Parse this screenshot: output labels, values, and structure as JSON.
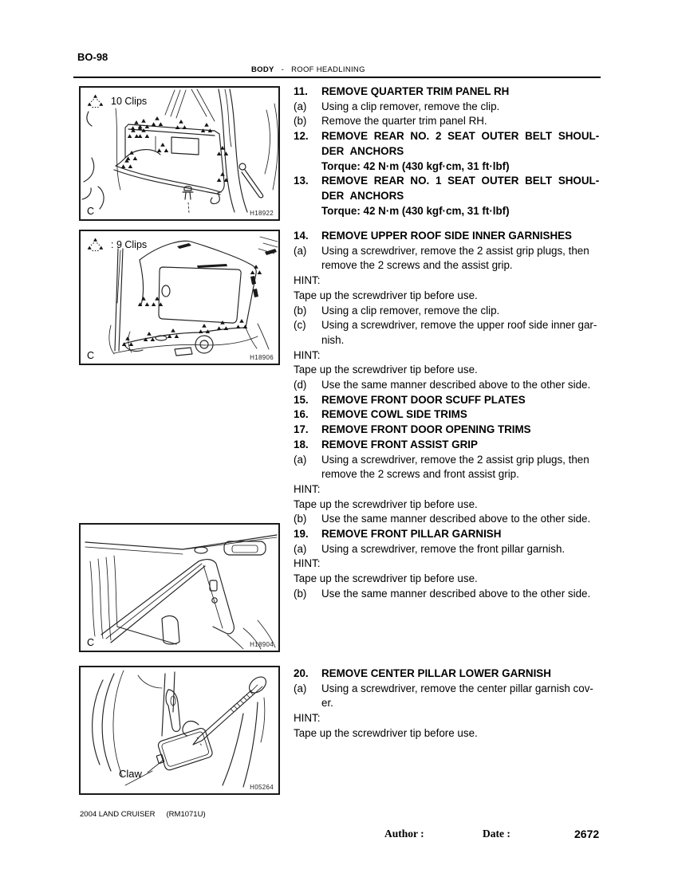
{
  "header": {
    "page_code": "BO-98",
    "section": "BODY",
    "separator": "-",
    "subsection": "ROOF HEADLINING"
  },
  "figures": {
    "quarter_trim": {
      "legend": "10 Clips",
      "corner": "C",
      "code": "H18922"
    },
    "roof_side": {
      "legend": ": 9 Clips",
      "corner": "C",
      "code": "H18906"
    },
    "front_pillar": {
      "corner": "C",
      "code": "H18904"
    },
    "center_pillar": {
      "callout": "Claw",
      "code": "H05264"
    }
  },
  "procedure": {
    "block1": [
      {
        "type": "step",
        "num": "11.",
        "text": "REMOVE QUARTER TRIM PANEL RH"
      },
      {
        "type": "sub",
        "num": "(a)",
        "text": "Using a clip remover, remove the clip."
      },
      {
        "type": "sub",
        "num": "(b)",
        "text": "Remove the quarter trim panel RH."
      },
      {
        "type": "step",
        "num": "12.",
        "text": "REMOVE REAR NO. 2 SEAT OUTER BELT SHOUL-\nDER ANCHORS",
        "justify": true
      },
      {
        "type": "torque",
        "text": "Torque: 42 N·m (430 kgf·cm, 31 ft·lbf)"
      },
      {
        "type": "step",
        "num": "13.",
        "text": "REMOVE REAR NO. 1 SEAT OUTER BELT SHOUL-\nDER ANCHORS",
        "justify": true
      },
      {
        "type": "torque",
        "text": "Torque: 42 N·m (430 kgf·cm, 31 ft·lbf)"
      }
    ],
    "block2": [
      {
        "type": "step",
        "num": "14.",
        "text": "REMOVE UPPER ROOF SIDE INNER GARNISHES"
      },
      {
        "type": "sub",
        "num": "(a)",
        "text": "Using a screwdriver, remove the 2 assist grip plugs, then\nremove the 2 screws and the assist grip."
      },
      {
        "type": "flush",
        "text": "HINT:"
      },
      {
        "type": "flush",
        "text": "Tape up the screwdriver tip before use."
      },
      {
        "type": "sub",
        "num": "(b)",
        "text": "Using a clip remover, remove the clip."
      },
      {
        "type": "sub",
        "num": "(c)",
        "text": "Using a screwdriver, remove the upper roof side inner gar-\nnish."
      },
      {
        "type": "flush",
        "text": "HINT:"
      },
      {
        "type": "flush",
        "text": "Tape up the screwdriver tip before use."
      },
      {
        "type": "sub",
        "num": "(d)",
        "text": "Use the same manner described above to the other side."
      },
      {
        "type": "step",
        "num": "15.",
        "text": "REMOVE FRONT DOOR SCUFF PLATES"
      },
      {
        "type": "step",
        "num": "16.",
        "text": "REMOVE COWL SIDE TRIMS"
      },
      {
        "type": "step",
        "num": "17.",
        "text": "REMOVE FRONT DOOR OPENING TRIMS"
      },
      {
        "type": "step",
        "num": "18.",
        "text": "REMOVE FRONT ASSIST GRIP"
      },
      {
        "type": "sub",
        "num": "(a)",
        "text": "Using a screwdriver, remove the 2 assist grip plugs, then\nremove the 2 screws and front assist grip."
      },
      {
        "type": "flush",
        "text": "HINT:"
      },
      {
        "type": "flush",
        "text": "Tape up the screwdriver tip before use."
      },
      {
        "type": "sub",
        "num": "(b)",
        "text": "Use the same manner described above to the other side."
      },
      {
        "type": "step",
        "num": "19.",
        "text": "REMOVE FRONT PILLAR GARNISH"
      },
      {
        "type": "sub",
        "num": "(a)",
        "text": "Using a screwdriver, remove the front pillar garnish."
      },
      {
        "type": "flush",
        "text": "HINT:"
      },
      {
        "type": "flush",
        "text": "Tape up the screwdriver tip before use."
      },
      {
        "type": "sub",
        "num": "(b)",
        "text": "Use the same manner described above to the other side."
      }
    ],
    "block3": [
      {
        "type": "step",
        "num": "20.",
        "text": "REMOVE CENTER PILLAR LOWER GARNISH"
      },
      {
        "type": "sub",
        "num": "(a)",
        "text": "Using a screwdriver, remove the center pillar garnish cov-\ner."
      },
      {
        "type": "flush",
        "text": "HINT:"
      },
      {
        "type": "flush",
        "text": "Tape up the screwdriver tip before use."
      }
    ]
  },
  "footer": {
    "model": "2004 LAND CRUISER",
    "manual_code": "(RM1071U)",
    "author_label": "Author :",
    "date_label": "Date :",
    "page_number": "2672"
  }
}
